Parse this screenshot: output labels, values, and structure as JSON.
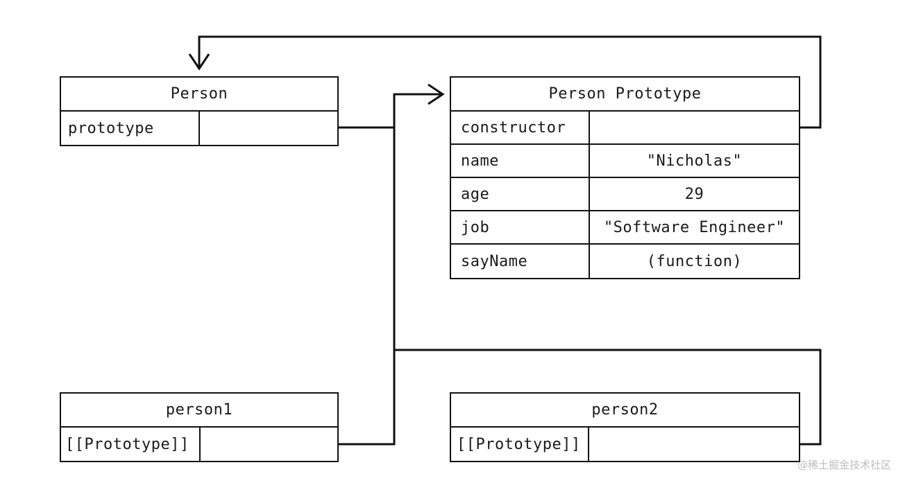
{
  "boxes": {
    "person": {
      "title": "Person",
      "rows": [
        {
          "key": "prototype",
          "value": ""
        }
      ]
    },
    "person_prototype": {
      "title": "Person Prototype",
      "rows": [
        {
          "key": "constructor",
          "value": ""
        },
        {
          "key": "name",
          "value": "\"Nicholas\""
        },
        {
          "key": "age",
          "value": "29"
        },
        {
          "key": "job",
          "value": "\"Software Engineer\""
        },
        {
          "key": "sayName",
          "value": "(function)"
        }
      ]
    },
    "person1": {
      "title": "person1",
      "rows": [
        {
          "key": "[[Prototype]]",
          "value": ""
        }
      ]
    },
    "person2": {
      "title": "person2",
      "rows": [
        {
          "key": "[[Prototype]]",
          "value": ""
        }
      ]
    }
  },
  "watermark": "@稀土掘金技术社区",
  "colors": {
    "line": "#111111",
    "background": "#ffffff",
    "watermark": "#bdbdbd"
  }
}
